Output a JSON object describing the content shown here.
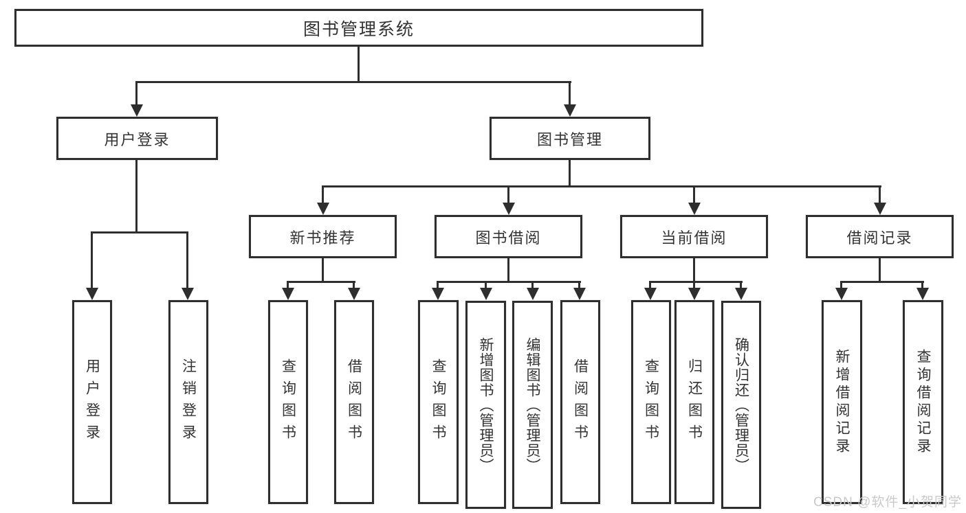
{
  "tree": {
    "label": "图书管理系统",
    "children": [
      {
        "label": "用户登录",
        "children": [
          {
            "label": "用户登录"
          },
          {
            "label": "注销登录"
          }
        ]
      },
      {
        "label": "图书管理",
        "children": [
          {
            "label": "新书推荐",
            "children": [
              {
                "label": "查询图书"
              },
              {
                "label": "借阅图书"
              }
            ]
          },
          {
            "label": "图书借阅",
            "children": [
              {
                "label": "查询图书"
              },
              {
                "label": "新增图书（管理员）"
              },
              {
                "label": "编辑图书（管理员）"
              },
              {
                "label": "借阅图书"
              }
            ]
          },
          {
            "label": "当前借阅",
            "children": [
              {
                "label": "查询图书"
              },
              {
                "label": "归还图书"
              },
              {
                "label": "确认归还（管理员）"
              }
            ]
          },
          {
            "label": "借阅记录",
            "children": [
              {
                "label": "新增借阅记录"
              },
              {
                "label": "查询借阅记录"
              }
            ]
          }
        ]
      }
    ]
  },
  "watermark": {
    "text": "CSDN @软件_小贺同学"
  },
  "colors": {
    "line": "#2e2e2e",
    "text": "#333333",
    "watermark": "#c9c9c9",
    "background": "#ffffff"
  }
}
